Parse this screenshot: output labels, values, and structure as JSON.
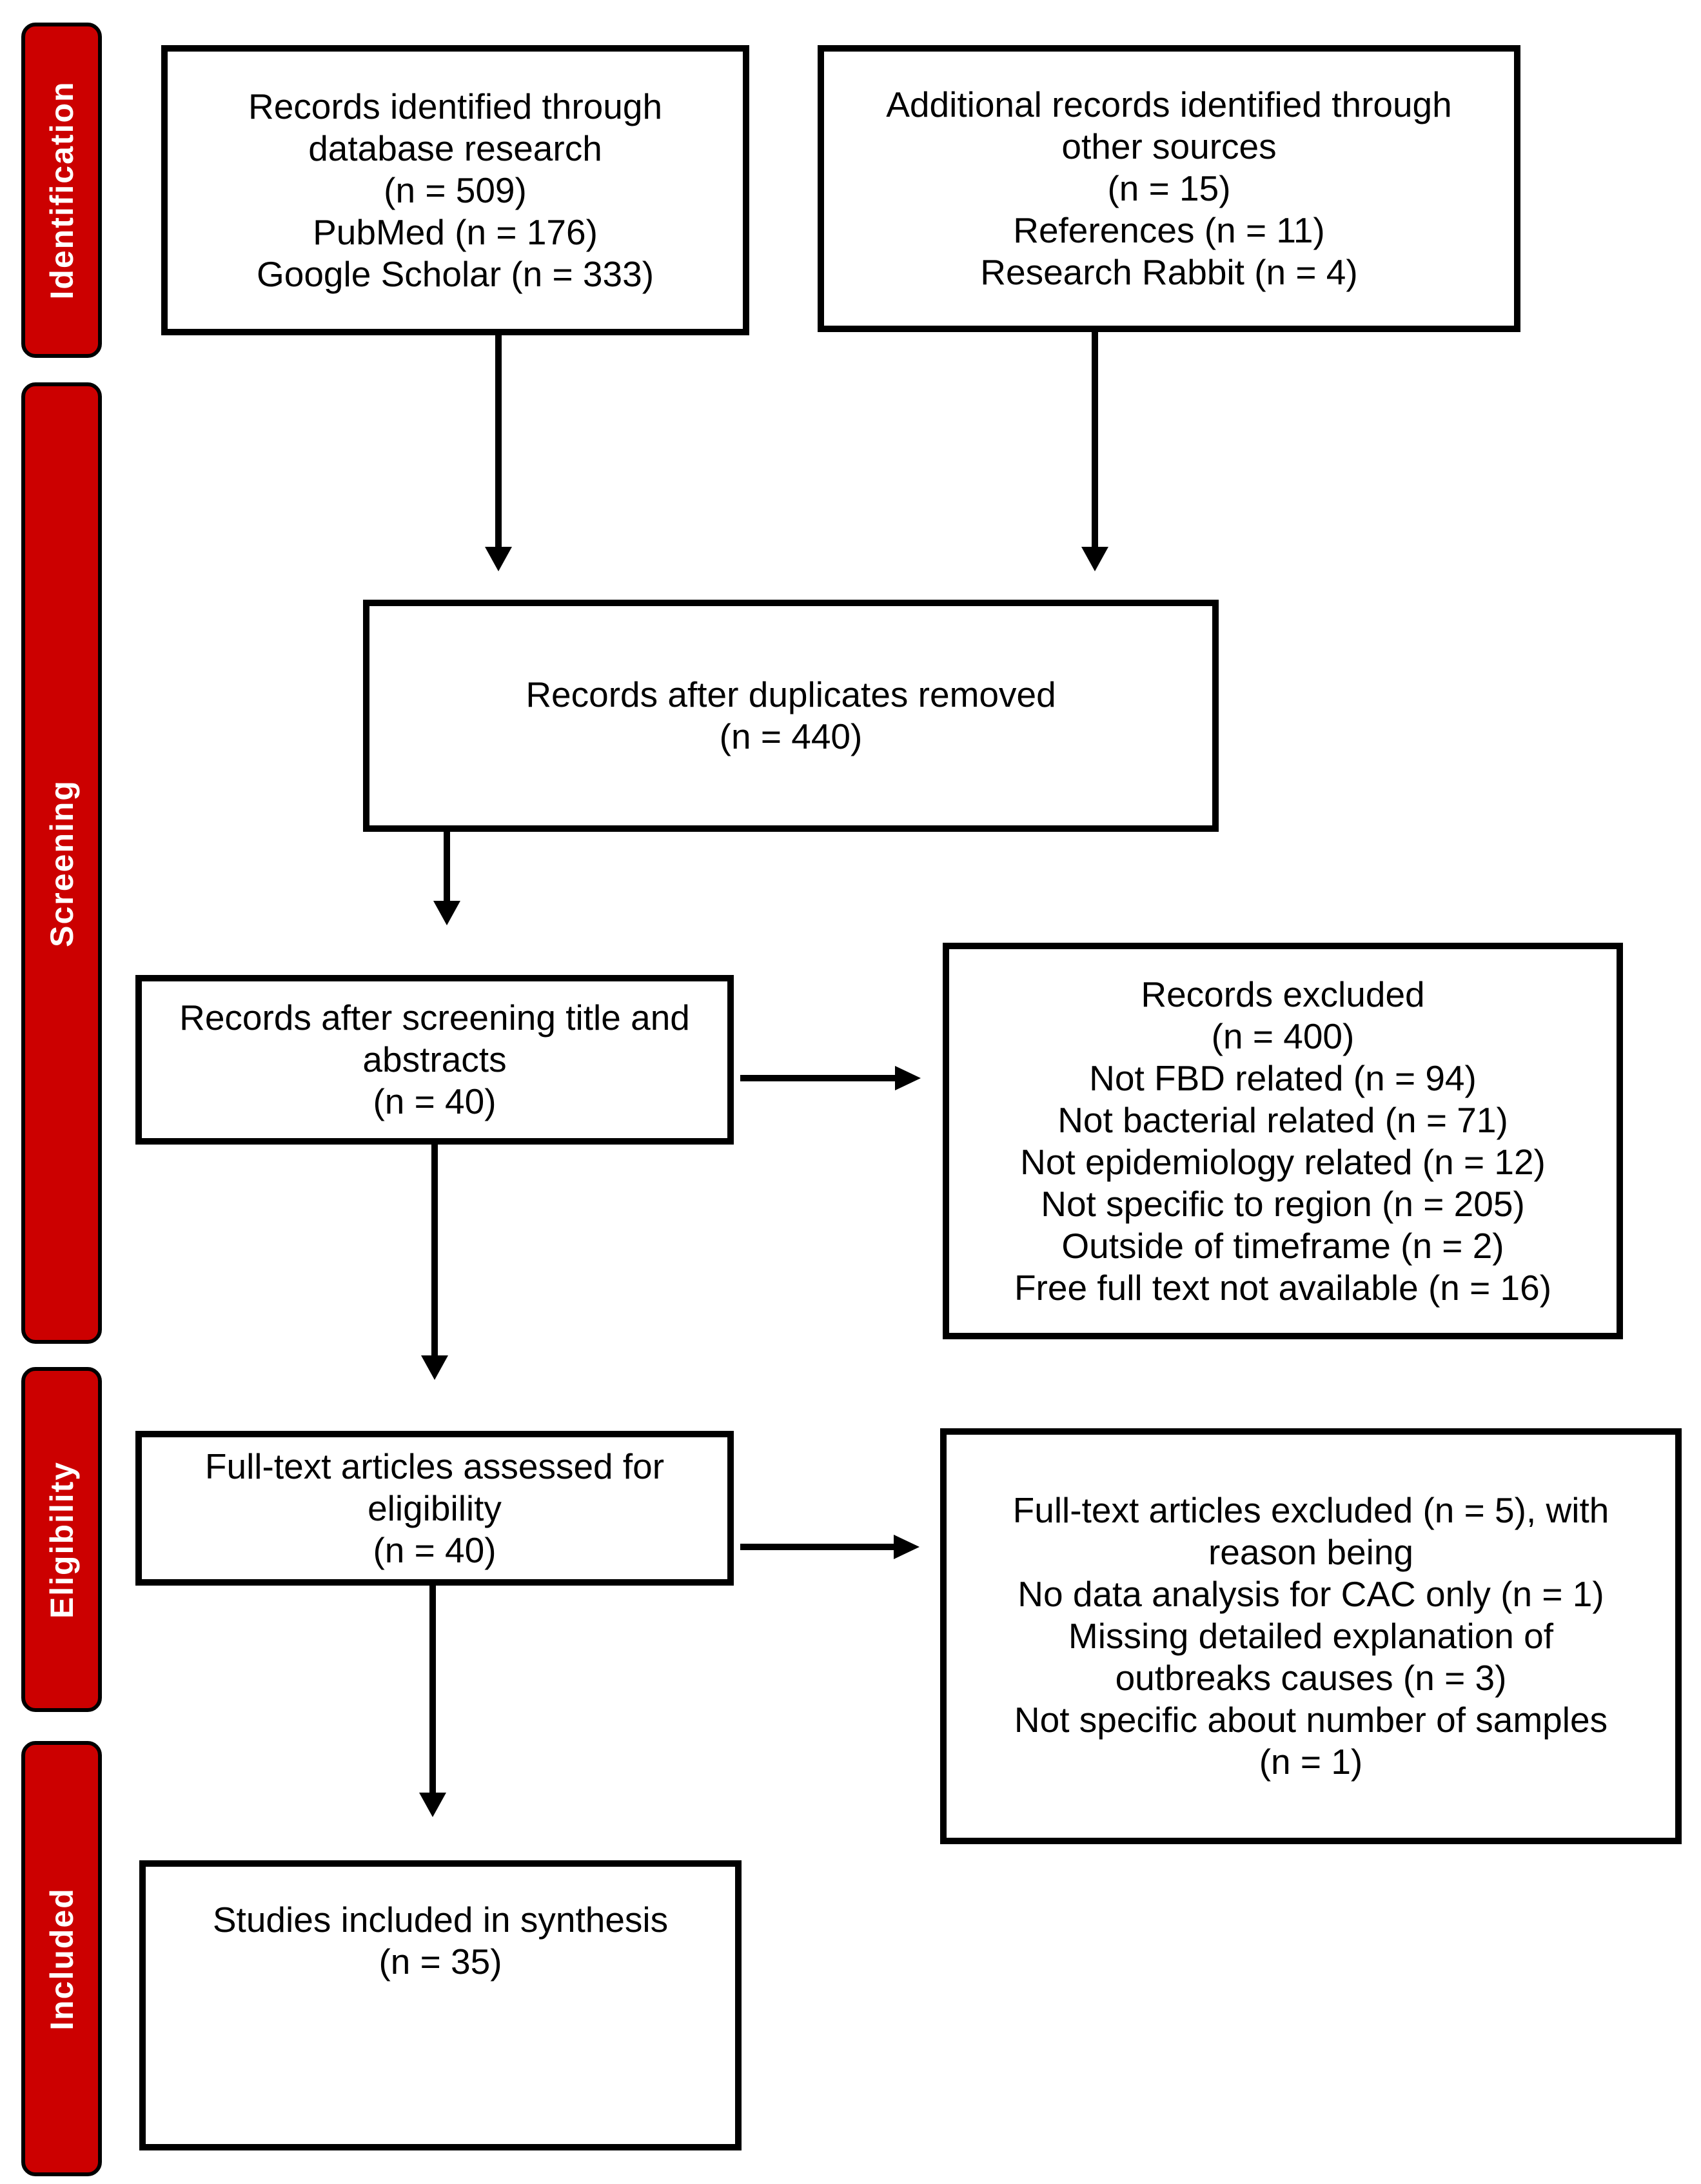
{
  "colors": {
    "sidebar_red": "#cc0000",
    "line_black": "#000000",
    "box_background": "#ffffff",
    "sidebar_text": "#ffffff"
  },
  "sidebar": {
    "labels": [
      {
        "id": "identification",
        "label": "Identification"
      },
      {
        "id": "screening",
        "label": "Screening"
      },
      {
        "id": "eligibility",
        "label": "Eligibility"
      },
      {
        "id": "included",
        "label": "Included"
      }
    ]
  },
  "boxes": {
    "database": {
      "text": "Records identified through\ndatabase research\n(n = 509)\nPubMed (n = 176)\nGoogle Scholar (n = 333)"
    },
    "other_sources": {
      "text": "Additional records identified through\nother sources\n(n = 15)\nReferences (n = 11)\nResearch Rabbit (n = 4)"
    },
    "duplicates_removed": {
      "text": "Records after duplicates removed\n(n = 440)"
    },
    "screened": {
      "text": "Records after screening title and\nabstracts\n(n = 40)"
    },
    "records_excluded": {
      "text": "Records excluded\n(n = 400)\nNot FBD related (n = 94)\nNot bacterial related (n = 71)\nNot epidemiology related (n = 12)\nNot specific to region (n = 205)\nOutside of timeframe (n = 2)\nFree full text not available (n = 16)"
    },
    "full_text_assessed": {
      "text": "Full-text articles assessed for\neligibility\n(n = 40)"
    },
    "full_text_excluded": {
      "text": "Full-text articles excluded (n = 5), with\nreason being\nNo data analysis for CAC only (n = 1)\nMissing detailed explanation of\noutbreaks causes (n = 3)\nNot specific about number of samples\n(n = 1)"
    },
    "included_synthesis": {
      "text": "Studies included in synthesis\n(n = 35)"
    }
  }
}
